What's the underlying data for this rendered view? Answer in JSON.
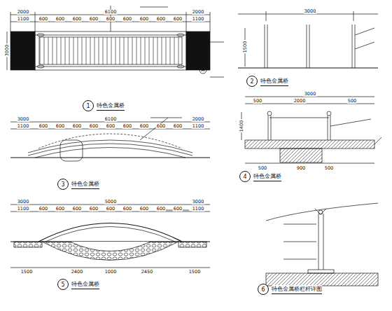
{
  "diagram": {
    "nodes": [
      {
        "text": [
          "1",
          "特色金属桥"
        ]
      },
      {
        "text": [
          "2",
          "特色金属桥"
        ]
      },
      {
        "text": [
          "3",
          "特色金属桥"
        ]
      },
      {
        "text": [
          "4",
          "特色金属桥"
        ]
      },
      {
        "text": [
          "5",
          "特色金属桥"
        ]
      },
      {
        "text": [
          "6",
          "特色金属桥栏杆详图"
        ]
      }
    ],
    "labels": [
      "2000",
      "6100",
      "2000",
      "1100",
      "600",
      "600",
      "600",
      "600",
      "600",
      "600",
      "600",
      "600",
      "600",
      "1100",
      "3000",
      "A",
      "A",
      "3000",
      "6100",
      "2000",
      "1100",
      "600",
      "600",
      "600",
      "600",
      "600",
      "600",
      "600",
      "600",
      "600",
      "1100",
      "3000",
      "5000",
      "3000",
      "1100",
      "600",
      "600",
      "600",
      "600",
      "600",
      "600",
      "600",
      "600",
      "600",
      "1100",
      "1500",
      "2400",
      "1000",
      "2450",
      "1500",
      "3000",
      "1500",
      "3000",
      "500",
      "2000",
      "500",
      "500",
      "900",
      "500",
      "1400"
    ]
  }
}
